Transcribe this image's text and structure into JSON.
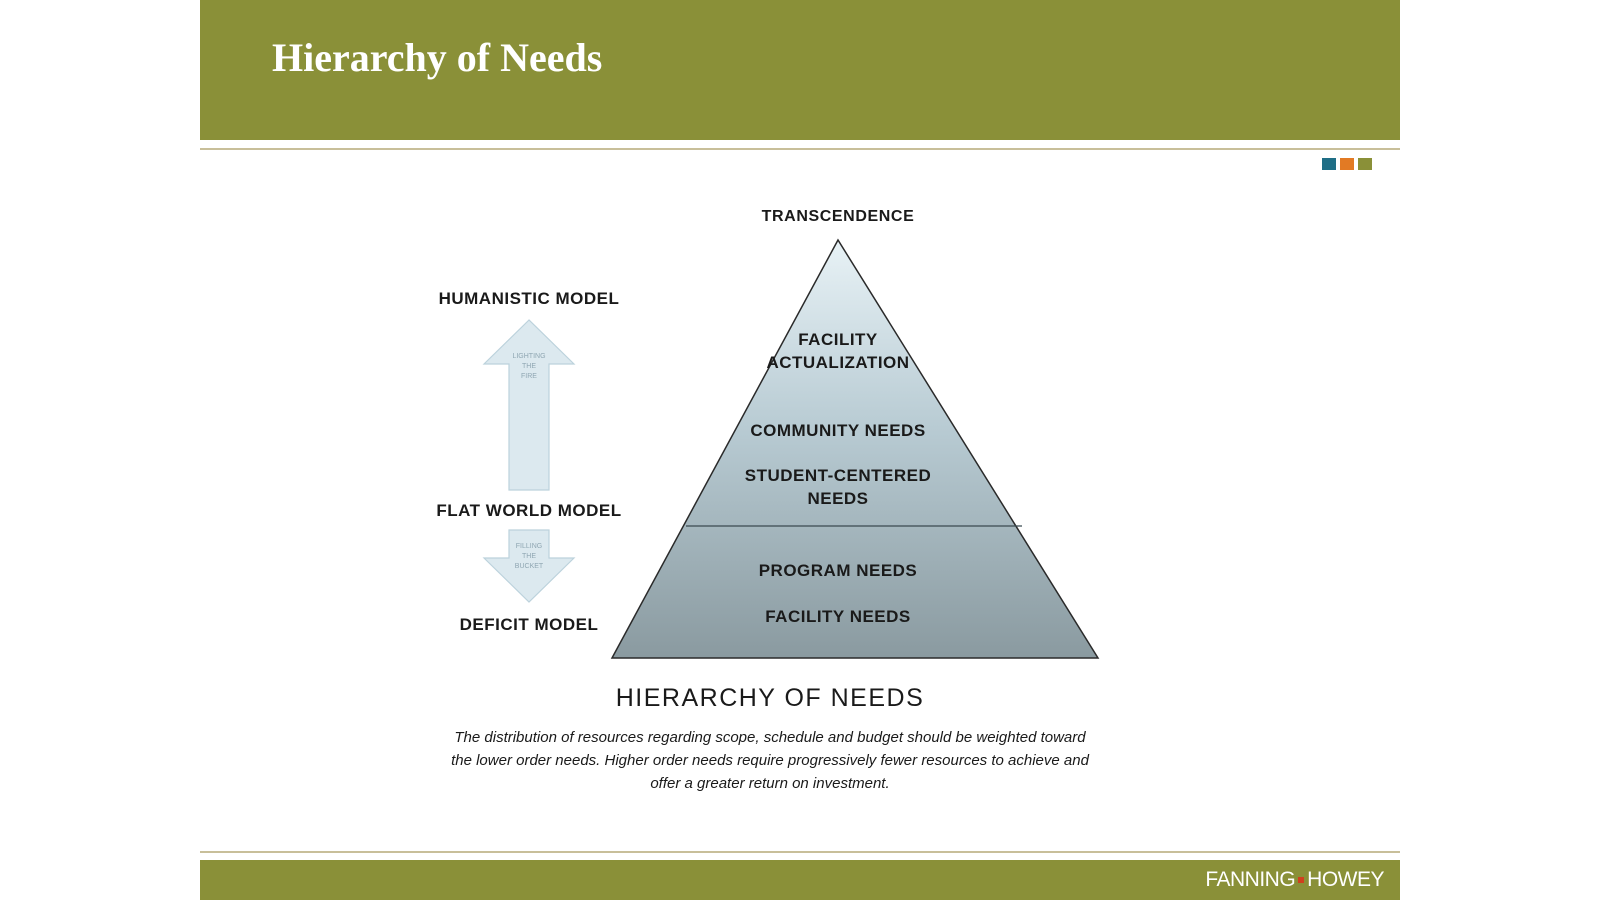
{
  "slide": {
    "title": "Hierarchy of Needs",
    "accent_squares": [
      "#1f6e86",
      "#e27a24",
      "#8a9038"
    ],
    "brand": {
      "name_left": "FANNING",
      "name_right": "HOWEY"
    }
  },
  "diagram": {
    "apex_label": "TRANSCENDENCE",
    "pyramid_tiers": [
      {
        "label": "FACILITY ACTUALIZATION"
      },
      {
        "label": "COMMUNITY NEEDS"
      },
      {
        "label": "STUDENT-CENTERED NEEDS"
      },
      {
        "label": "PROGRAM NEEDS"
      },
      {
        "label": "FACILITY NEEDS"
      }
    ],
    "models": {
      "top": "HUMANISTIC MODEL",
      "middle": "FLAT WORLD MODEL",
      "bottom": "DEFICIT MODEL"
    },
    "up_arrow": {
      "line1": "LIGHTING",
      "line2": "THE",
      "line3": "FIRE"
    },
    "down_arrow": {
      "line1": "FILLING",
      "line2": "THE",
      "line3": "BUCKET"
    },
    "title": "HIERARCHY OF NEEDS",
    "caption": "The distribution of resources regarding scope, schedule and budget should be weighted toward the lower order needs. Higher order needs require progressively fewer resources to achieve and offer a greater return on investment."
  }
}
